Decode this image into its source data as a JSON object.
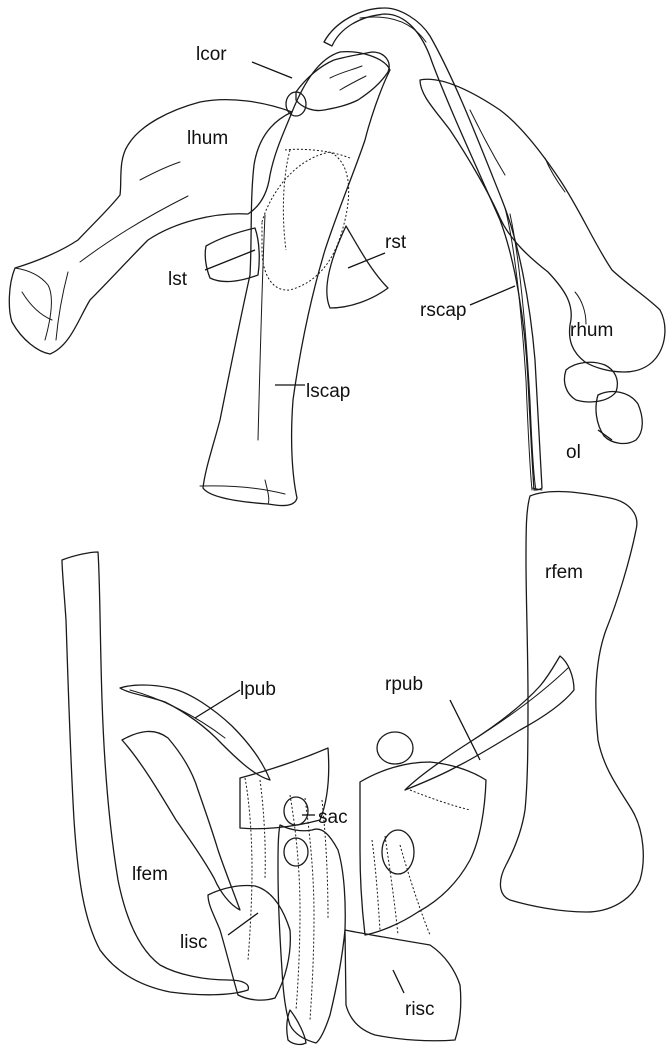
{
  "labels": {
    "lcor": "lcor",
    "lhum": "lhum",
    "lst": "lst",
    "rst": "rst",
    "lscap": "lscap",
    "rscap": "rscap",
    "rhum": "rhum",
    "ol": "ol",
    "rfem": "rfem",
    "lpub": "lpub",
    "rpub": "rpub",
    "sac": "sac",
    "lfem": "lfem",
    "lisc": "lisc",
    "risc": "risc"
  }
}
